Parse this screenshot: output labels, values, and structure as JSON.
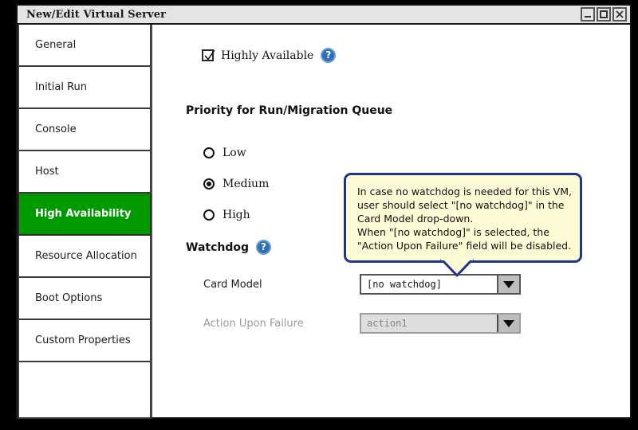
{
  "window": {
    "title": "New/Edit Virtual Server",
    "controls": [
      {
        "name": "minimize-button",
        "glyph": "minimize"
      },
      {
        "name": "maximize-button",
        "glyph": "maximize"
      },
      {
        "name": "close-button",
        "glyph": "close"
      }
    ]
  },
  "sidebar": {
    "items": [
      {
        "label": "General",
        "active": false
      },
      {
        "label": "Initial Run",
        "active": false
      },
      {
        "label": "Console",
        "active": false
      },
      {
        "label": "Host",
        "active": false
      },
      {
        "label": "High Availability",
        "active": true
      },
      {
        "label": "Resource Allocation",
        "active": false
      },
      {
        "label": "Boot Options",
        "active": false
      },
      {
        "label": "Custom Properties",
        "active": false
      }
    ],
    "active_color": "#009900",
    "active_text_color": "#ffffff"
  },
  "content": {
    "highly_available": {
      "label": "Highly Available",
      "checked": true,
      "help_icon": "question-mark-icon",
      "help_glyph": "?"
    },
    "priority_section": {
      "heading": "Priority for Run/Migration Queue",
      "options": [
        {
          "label": "Low",
          "selected": false
        },
        {
          "label": "Medium",
          "selected": true
        },
        {
          "label": "High",
          "selected": false
        }
      ],
      "selected_value": "Medium"
    },
    "watchdog_section": {
      "heading": "Watchdog",
      "help_icon": "question-mark-icon",
      "help_glyph": "?",
      "fields": [
        {
          "label": "Card Model",
          "value": "[no watchdog]",
          "disabled": false
        },
        {
          "label": "Action Upon Failure",
          "value": "action1",
          "disabled": true
        }
      ]
    },
    "tooltip": {
      "lines": [
        "In case no watchdog is needed for this VM,",
        "user should select \"[no watchdog]\" in the",
        "Card Model drop-down.",
        "When \"[no watchdog]\" is selected, the",
        "\"Action Upon Failure\" field will be disabled."
      ],
      "background": "#fcfbd5",
      "border_color": "#22338c"
    }
  }
}
